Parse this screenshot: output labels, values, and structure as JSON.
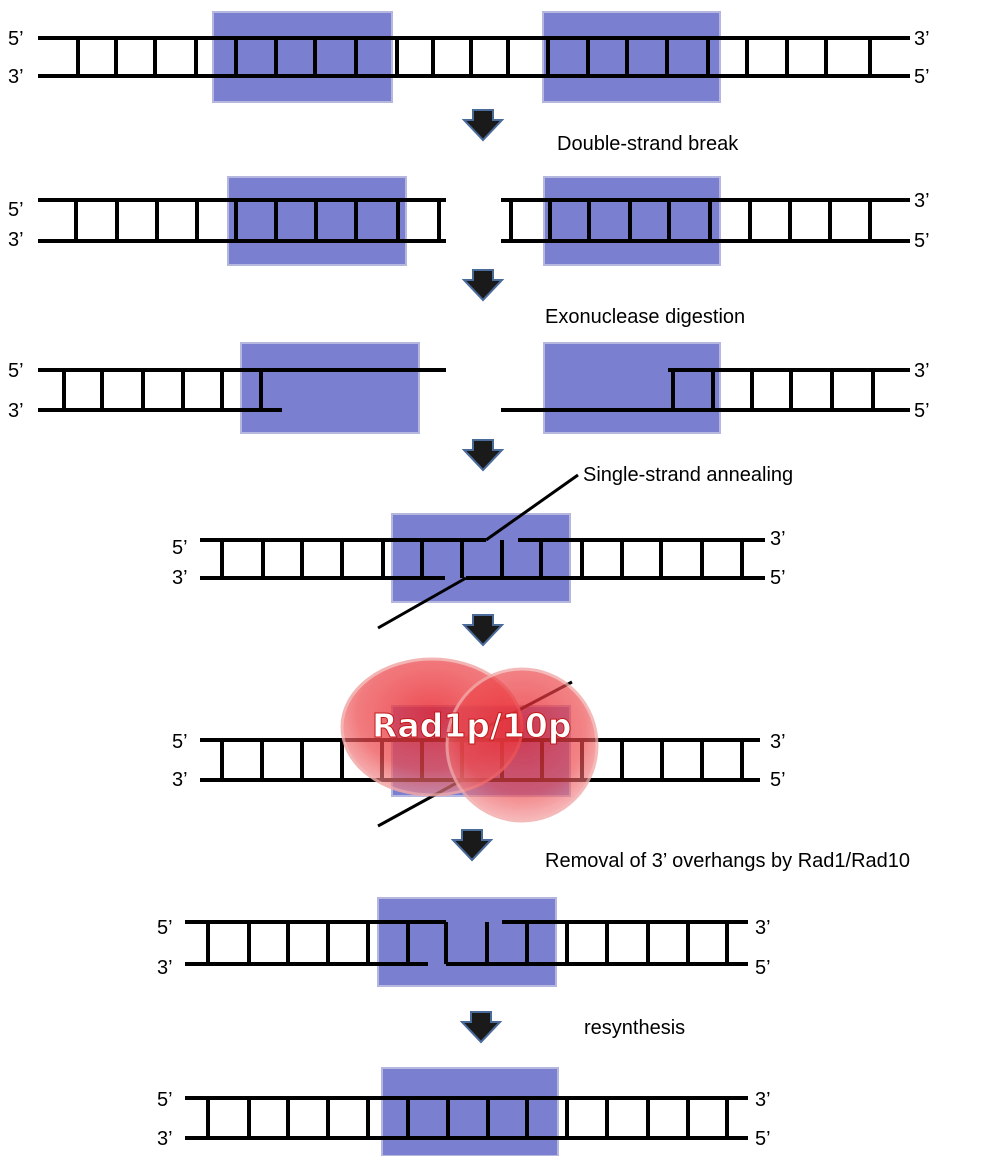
{
  "steps": {
    "s1": "Double-strand break",
    "s2": "Exonuclease digestion",
    "s3": "Single-strand annealing",
    "s4": "Removal of 3’ overhangs by Rad1/Rad10",
    "s5": "resynthesis"
  },
  "enzyme_label": "Rad1p/10p",
  "end_labels": {
    "five": "5’",
    "three": "3’"
  },
  "colors": {
    "homology_box": "#7b7fcf",
    "homology_border": "#b5b7de",
    "arrow": "#1a1a1a",
    "arrow_outline": "#4a6a9a",
    "enzyme": "#e23b3b",
    "strand": "#000000"
  },
  "icons": {
    "step_arrow": "down-arrow-icon"
  }
}
